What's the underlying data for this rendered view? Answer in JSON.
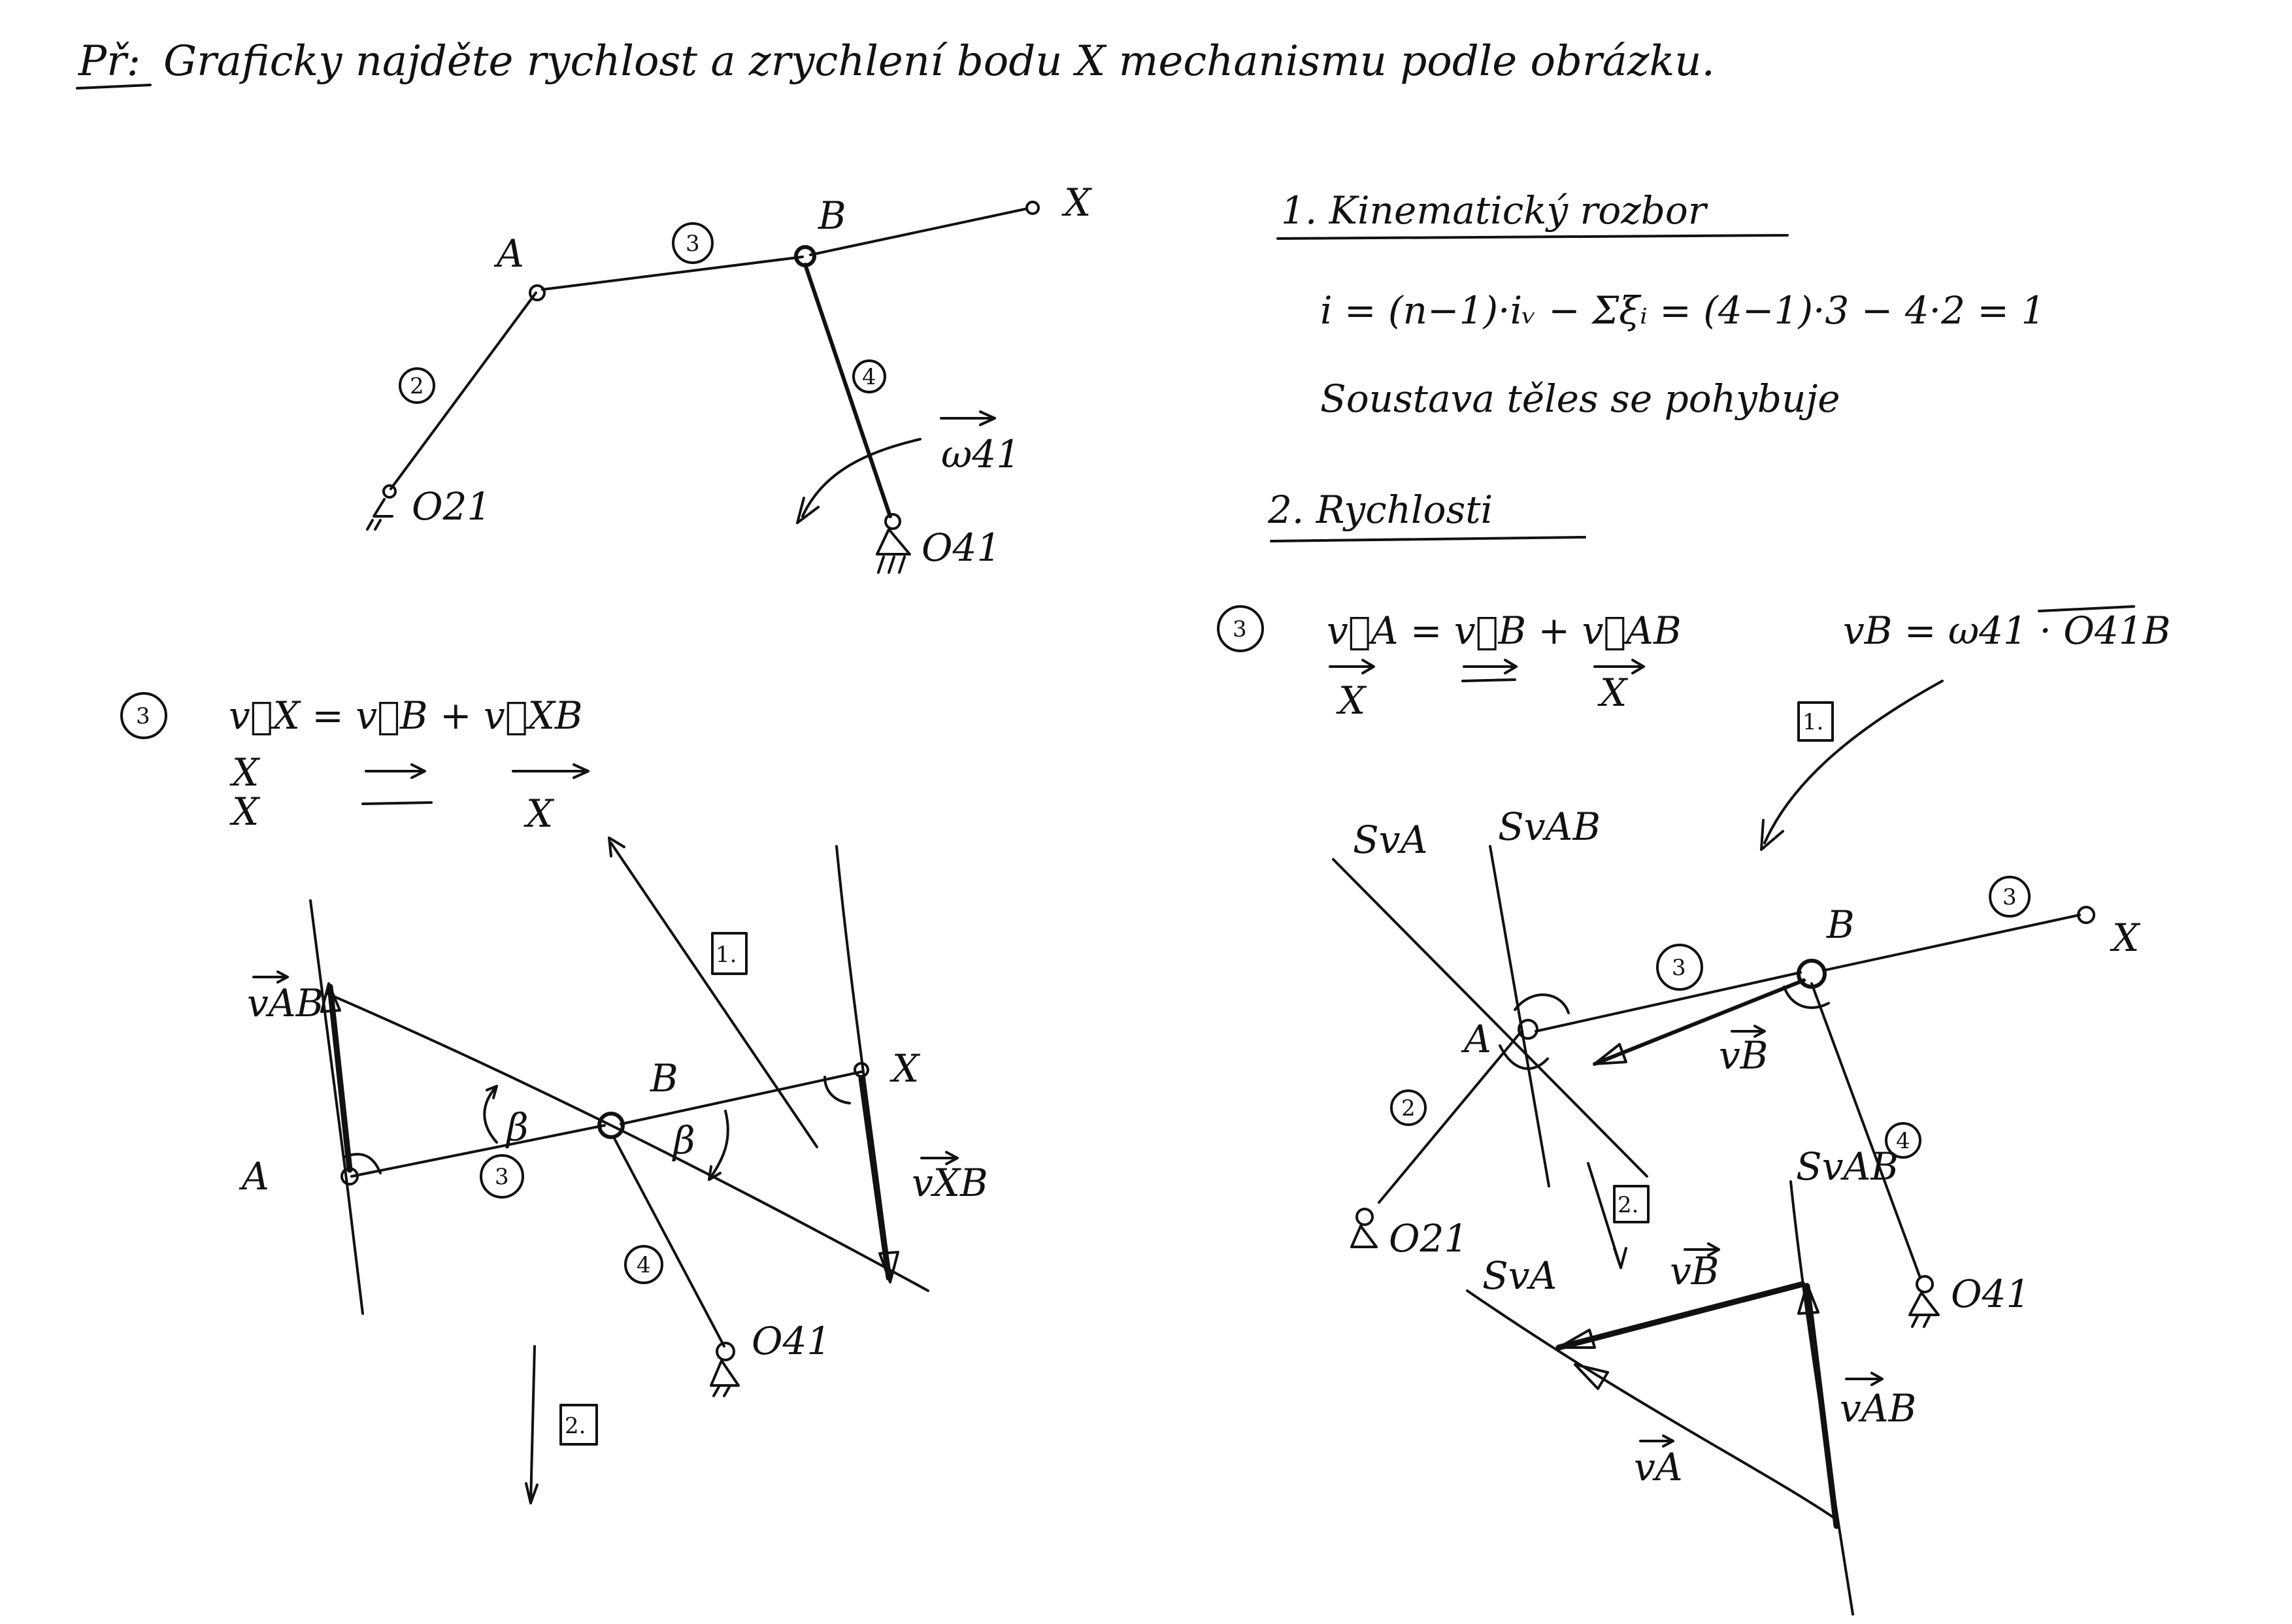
{
  "header": {
    "prefix": "Př:",
    "task": "Graficky najděte rychlost a zrychlení bodu X mechanismu podle obrázku."
  },
  "top_figure": {
    "point_A": "A",
    "point_B": "B",
    "point_X": "X",
    "support_O21": "O21",
    "support_O41": "O41",
    "link_2": "2",
    "link_3": "3",
    "link_4": "4",
    "omega": "ω41"
  },
  "section1": {
    "heading": "1. Kinematický rozbor",
    "formula": "i = (n−1)·iᵥ − Σξᵢ = (4−1)·3 − 4·2 = 1",
    "conclusion": "Soustava těles se pohybuje"
  },
  "section2": {
    "heading": "2. Rychlosti",
    "eq_label": "3",
    "eq_main": "v⃗A = v⃗B + v⃗AB",
    "eq_under_left": "X",
    "eq_under_mid": "=",
    "eq_under_right": "X",
    "vb_formula": "vB = ω41 · O41B",
    "step1": "1."
  },
  "left_equation": {
    "eq_label": "3",
    "eq_main": "v⃗X = v⃗B + v⃗XB",
    "row1_left": "X",
    "row2_left": "X",
    "row2_mid": "=",
    "row2_right": "X"
  },
  "bottom_left_figure": {
    "point_A": "A",
    "point_B": "B",
    "point_X": "X",
    "support_O41": "O41",
    "link_3": "3",
    "link_4": "4",
    "v_AB": "vAB",
    "v_XB": "vXB",
    "beta": "β",
    "step1": "1.",
    "step2": "2."
  },
  "bottom_right_figure": {
    "point_A": "A",
    "point_B": "B",
    "point_X": "X",
    "support_O21": "O21",
    "support_O41": "O41",
    "link_2": "2",
    "link_3": "3",
    "link_4": "4",
    "s_vA_top": "SvA",
    "s_vAB_top": "SvAB",
    "s_vAB_right": "SvAB",
    "s_vA_bottom": "SvA",
    "v_B_mech": "vB",
    "v_B_poly": "vB",
    "v_A_poly": "vA",
    "v_AB_poly": "vAB",
    "step2": "2."
  }
}
